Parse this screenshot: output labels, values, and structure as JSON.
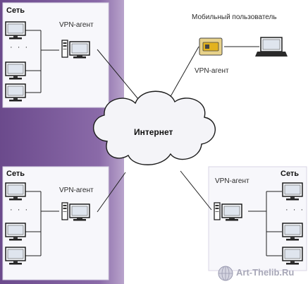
{
  "labels": {
    "network_top_left": "Сеть",
    "network_bottom_left": "Сеть",
    "network_bottom_right": "Сеть",
    "agent_top_left": "VPN-агент",
    "agent_bottom_left": "VPN-агент",
    "agent_bottom_right": "VPN-агент",
    "agent_mobile": "VPN-агент",
    "mobile_user": "Мобильный пользователь",
    "internet": "Интернет",
    "dots": "· · ·"
  },
  "watermark": {
    "text": "Art-Thelib.Ru"
  },
  "colors": {
    "purple_band": "#7a5a9a",
    "panel": "#f7f7fb",
    "cloud_fill": "#f4f4f8",
    "monitor_screen": "#eaeef5",
    "agent_card": "#e8c84a"
  }
}
